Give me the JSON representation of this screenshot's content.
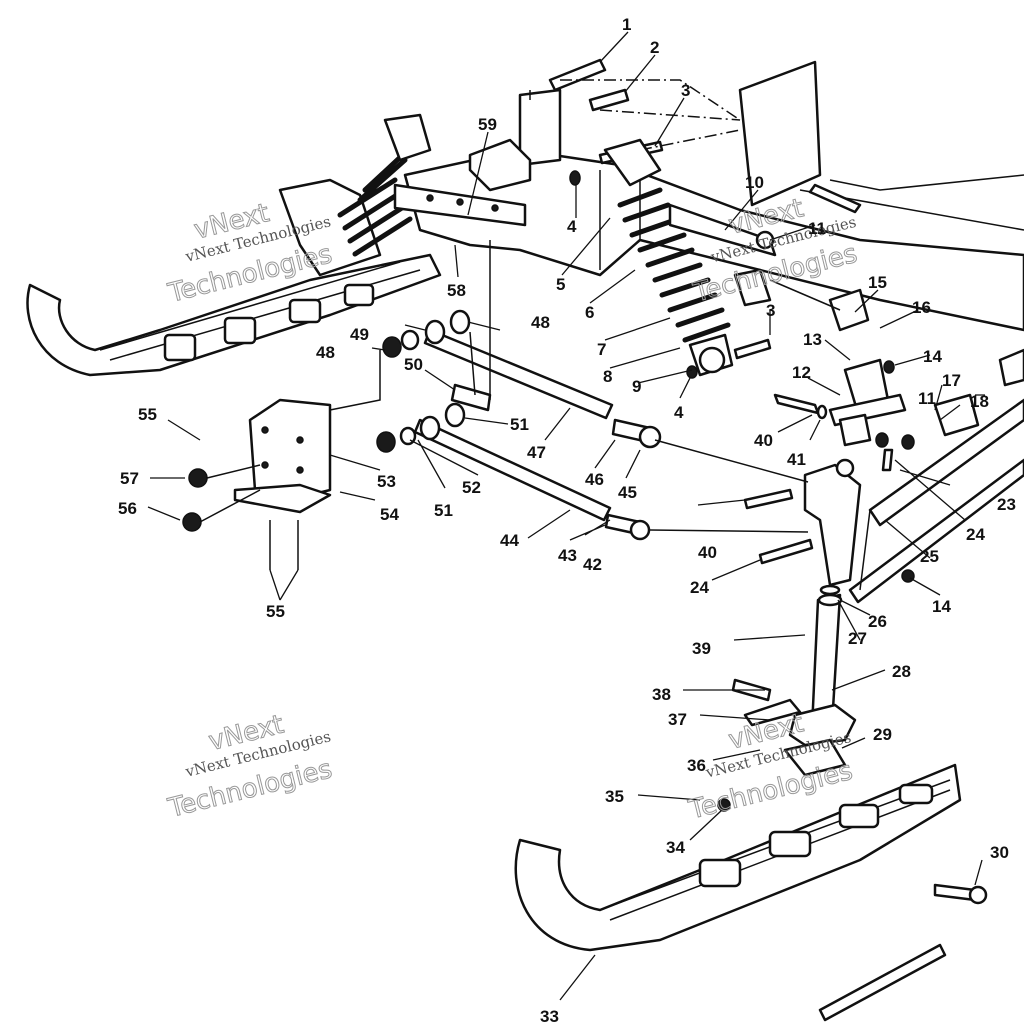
{
  "callouts": {
    "c1": "1",
    "c2": "2",
    "c3a": "3",
    "c3b": "3",
    "c4a": "4",
    "c4b": "4",
    "c5": "5",
    "c6": "6",
    "c7": "7",
    "c8": "8",
    "c9": "9",
    "c10": "10",
    "c11a": "11",
    "c11b": "11",
    "c12": "12",
    "c13": "13",
    "c14a": "14",
    "c14b": "14",
    "c15": "15",
    "c16": "16",
    "c17": "17",
    "c18": "18",
    "c23": "23",
    "c24a": "24",
    "c24b": "24",
    "c25": "25",
    "c26": "26",
    "c27": "27",
    "c28": "28",
    "c29": "29",
    "c30": "30",
    "c33": "33",
    "c34": "34",
    "c35": "35",
    "c36": "36",
    "c37": "37",
    "c38": "38",
    "c39": "39",
    "c40a": "40",
    "c40b": "40",
    "c41": "41",
    "c42": "42",
    "c43": "43",
    "c44": "44",
    "c45": "45",
    "c46": "46",
    "c47": "47",
    "c48a": "48",
    "c48b": "48",
    "c49": "49",
    "c50": "50",
    "c51a": "51",
    "c51b": "51",
    "c52": "52",
    "c53": "53",
    "c54": "54",
    "c55a": "55",
    "c55b": "55",
    "c56": "56",
    "c57": "57",
    "c58": "58",
    "c59": "59"
  },
  "watermark": {
    "line1": "vNext Technologies",
    "line2": "vNext",
    "line3": "Technologies"
  }
}
